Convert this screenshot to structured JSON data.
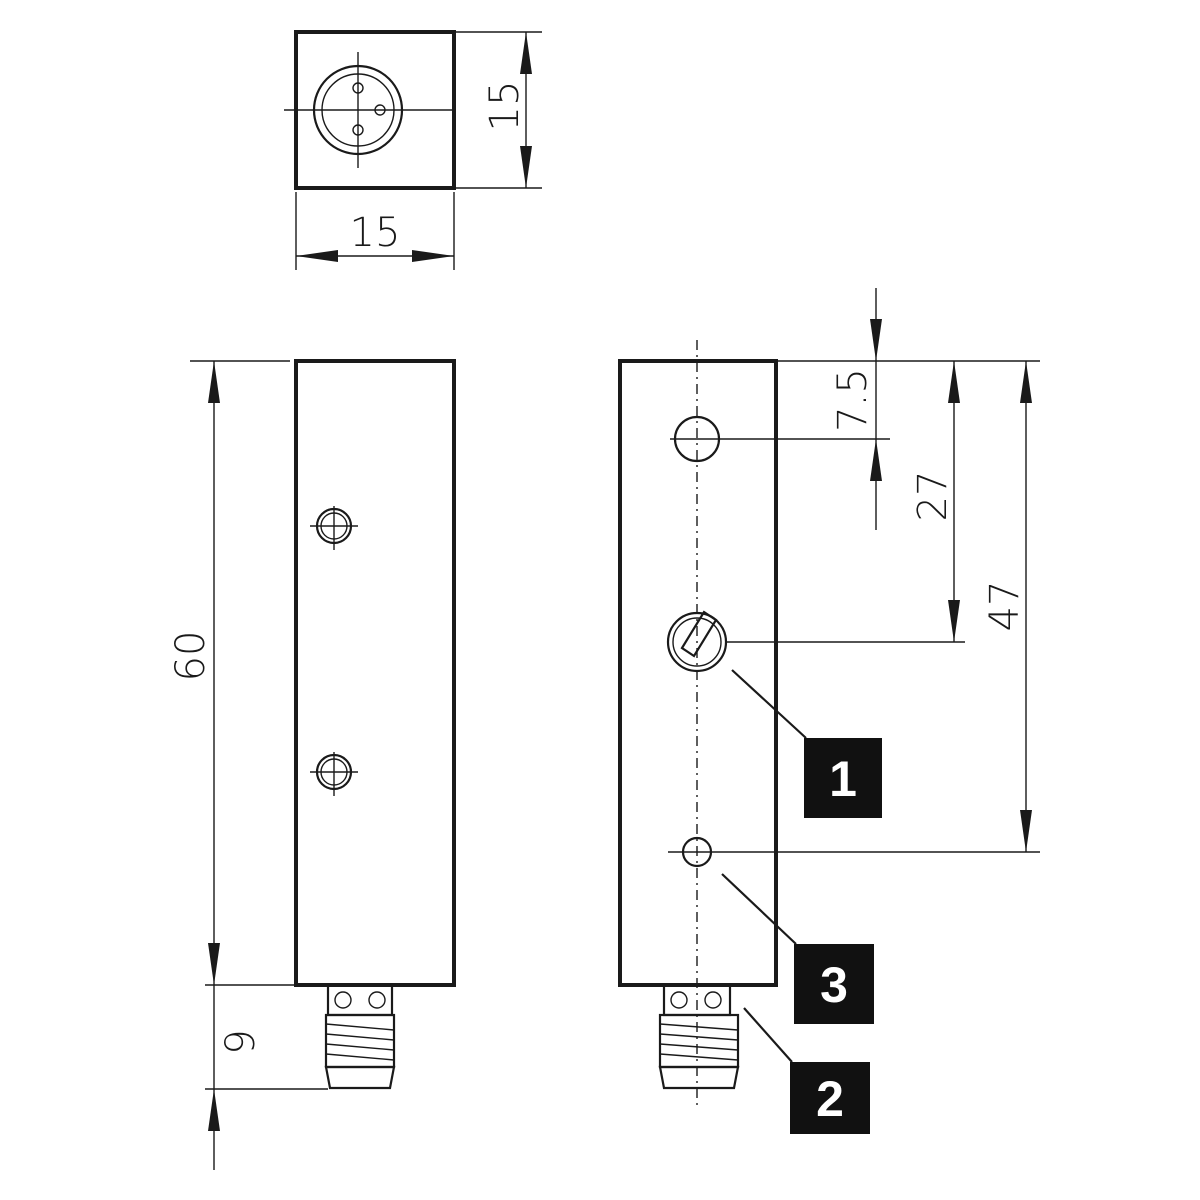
{
  "dimensions": {
    "top_width": "15",
    "top_height": "15",
    "length": "60",
    "connector_length": "9",
    "hole1_offset": "7.5",
    "hole2_offset": "27",
    "hole3_offset": "47"
  },
  "callouts": {
    "c1": "1",
    "c2": "2",
    "c3": "3"
  }
}
